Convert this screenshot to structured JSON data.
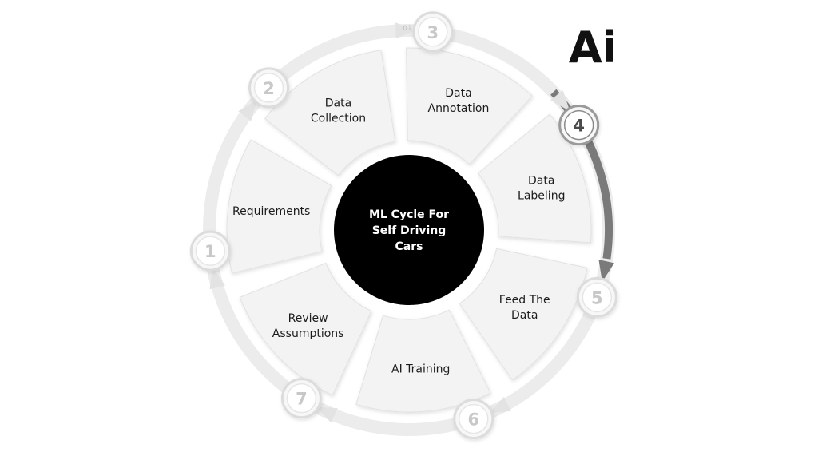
{
  "logo": {
    "text": "Ai"
  },
  "center": {
    "lines": [
      "ML Cycle For",
      "Self Driving",
      "Cars"
    ]
  },
  "marker": "01",
  "steps": [
    {
      "number": "1",
      "lines": [
        "Requirements"
      ],
      "highlight": false
    },
    {
      "number": "2",
      "lines": [
        "Data",
        "Collection"
      ],
      "highlight": false
    },
    {
      "number": "3",
      "lines": [
        "Data",
        "Annotation"
      ],
      "highlight": false
    },
    {
      "number": "4",
      "lines": [
        "Data",
        "Labeling"
      ],
      "highlight": true
    },
    {
      "number": "5",
      "lines": [
        "Feed The",
        "Data"
      ],
      "highlight": false
    },
    {
      "number": "6",
      "lines": [
        "AI Training"
      ],
      "highlight": false
    },
    {
      "number": "7",
      "lines": [
        "Review",
        "Assumptions"
      ],
      "highlight": false
    }
  ],
  "colors": {
    "ring": "#ececec",
    "ring_dark": "#7a7a7a",
    "segment": "#f3f3f3",
    "segment_stroke": "#e2e2e2",
    "center_fill": "#000000",
    "number_light": "#c8c8c8",
    "number_dark": "#4a4a4a"
  }
}
